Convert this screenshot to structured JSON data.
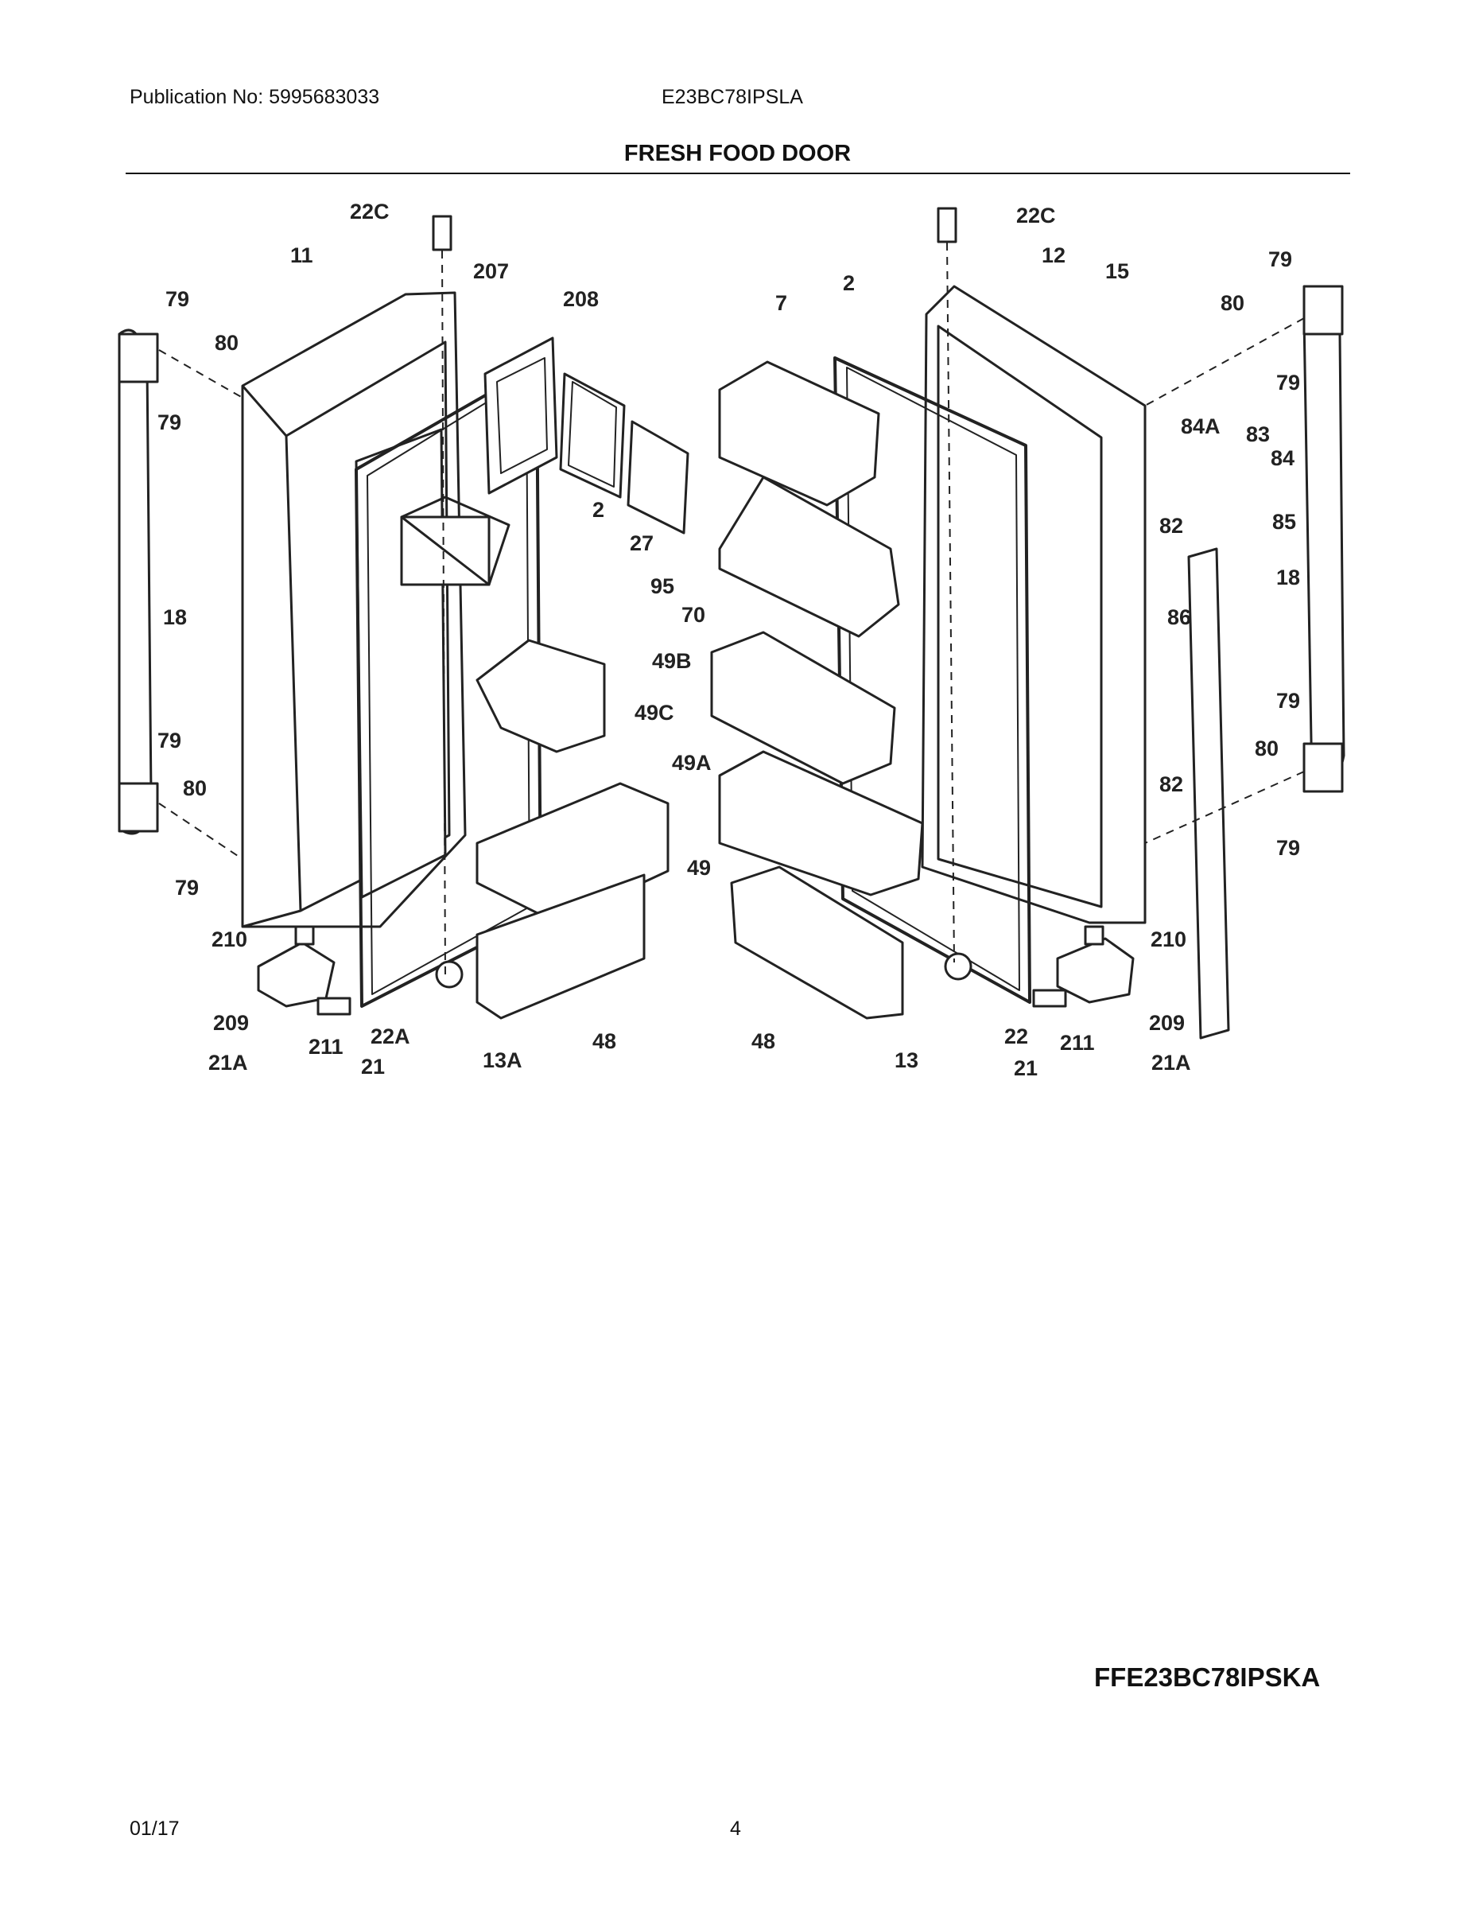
{
  "header": {
    "publication": "Publication No:  5995683033",
    "model": "E23BC78IPSLA",
    "section_title": "FRESH FOOD DOOR"
  },
  "diagram": {
    "callouts": [
      "22C",
      "11",
      "207",
      "208",
      "79",
      "80",
      "79",
      "2",
      "27",
      "95",
      "18",
      "49B",
      "79",
      "80",
      "79",
      "210",
      "209",
      "21A",
      "211",
      "22A",
      "21",
      "13A",
      "48",
      "22C",
      "12",
      "7",
      "2",
      "15",
      "79",
      "80",
      "79",
      "84A",
      "83",
      "84",
      "82",
      "85",
      "70",
      "49C",
      "49A",
      "49",
      "86",
      "18",
      "79",
      "80",
      "82",
      "79",
      "210",
      "209",
      "21A",
      "211",
      "22",
      "13",
      "21",
      "48"
    ]
  },
  "footer": {
    "variant_model": "FFE23BC78IPSKA",
    "date": "01/17",
    "page_number": "4"
  }
}
